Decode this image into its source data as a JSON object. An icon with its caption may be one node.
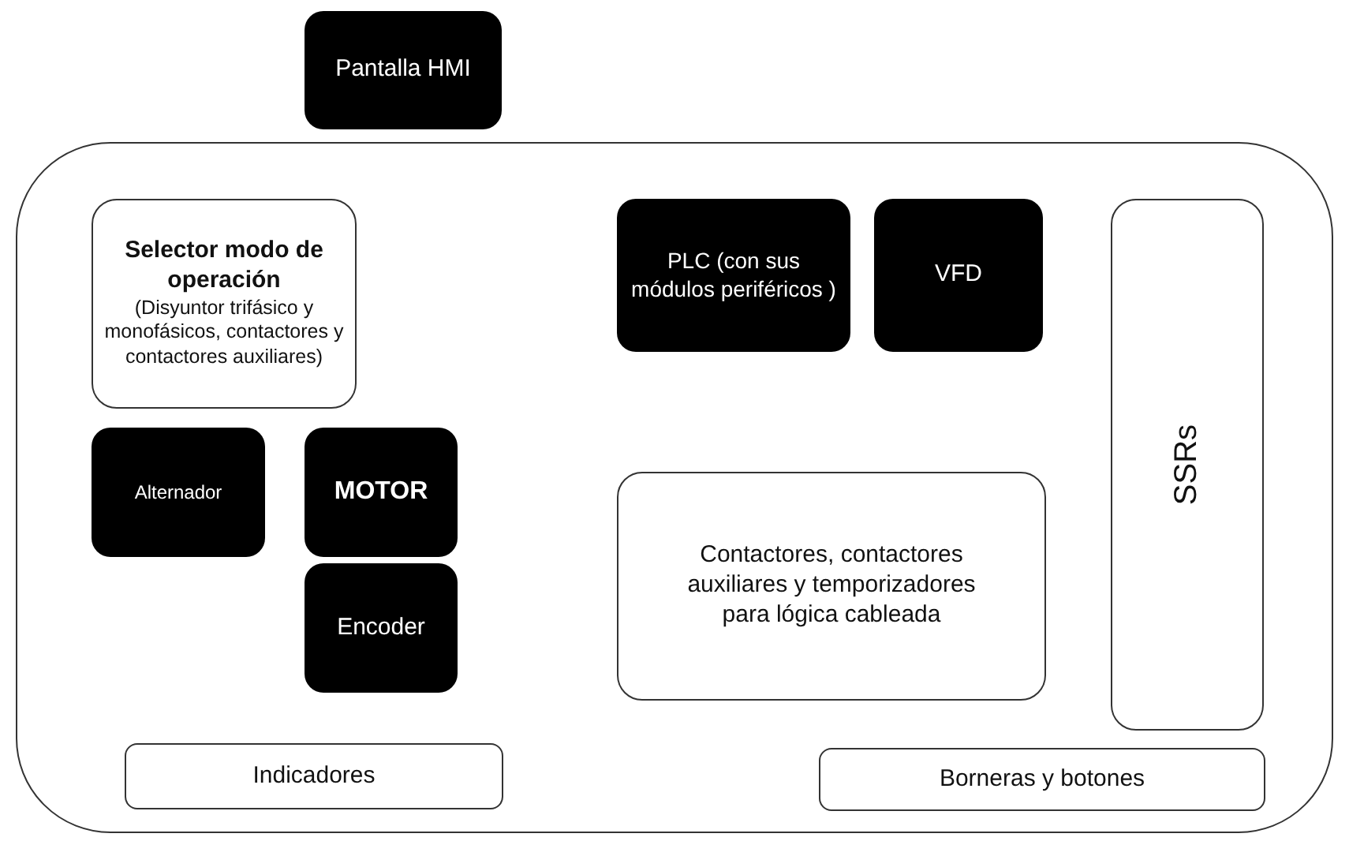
{
  "diagram": {
    "nodes": [
      {
        "text": [
          "Pantalla HMI"
        ]
      },
      {
        "text": [],
        "shape": "box"
      },
      {
        "text": [
          "Selector modo de operación",
          "(Disyuntor trifásico y monofásicos, contactores y contactores auxiliares)"
        ],
        "in": 1
      },
      {
        "text": [
          "PLC (con sus módulos periféricos )"
        ],
        "in": 1
      },
      {
        "text": [
          "VFD"
        ],
        "in": 1
      },
      {
        "text": [
          "SSRs"
        ],
        "in": 1
      },
      {
        "text": [
          "Alternador"
        ],
        "in": 1
      },
      {
        "text": [
          "MOTOR"
        ],
        "in": 1
      },
      {
        "text": [
          "Encoder"
        ],
        "in": 1
      },
      {
        "text": [
          "Contactores, contactores auxiliares y temporizadores para lógica cableada"
        ],
        "in": 1
      },
      {
        "text": [
          "Indicadores"
        ],
        "in": 1
      },
      {
        "text": [
          "Borneras y botones"
        ],
        "in": 1
      }
    ]
  }
}
